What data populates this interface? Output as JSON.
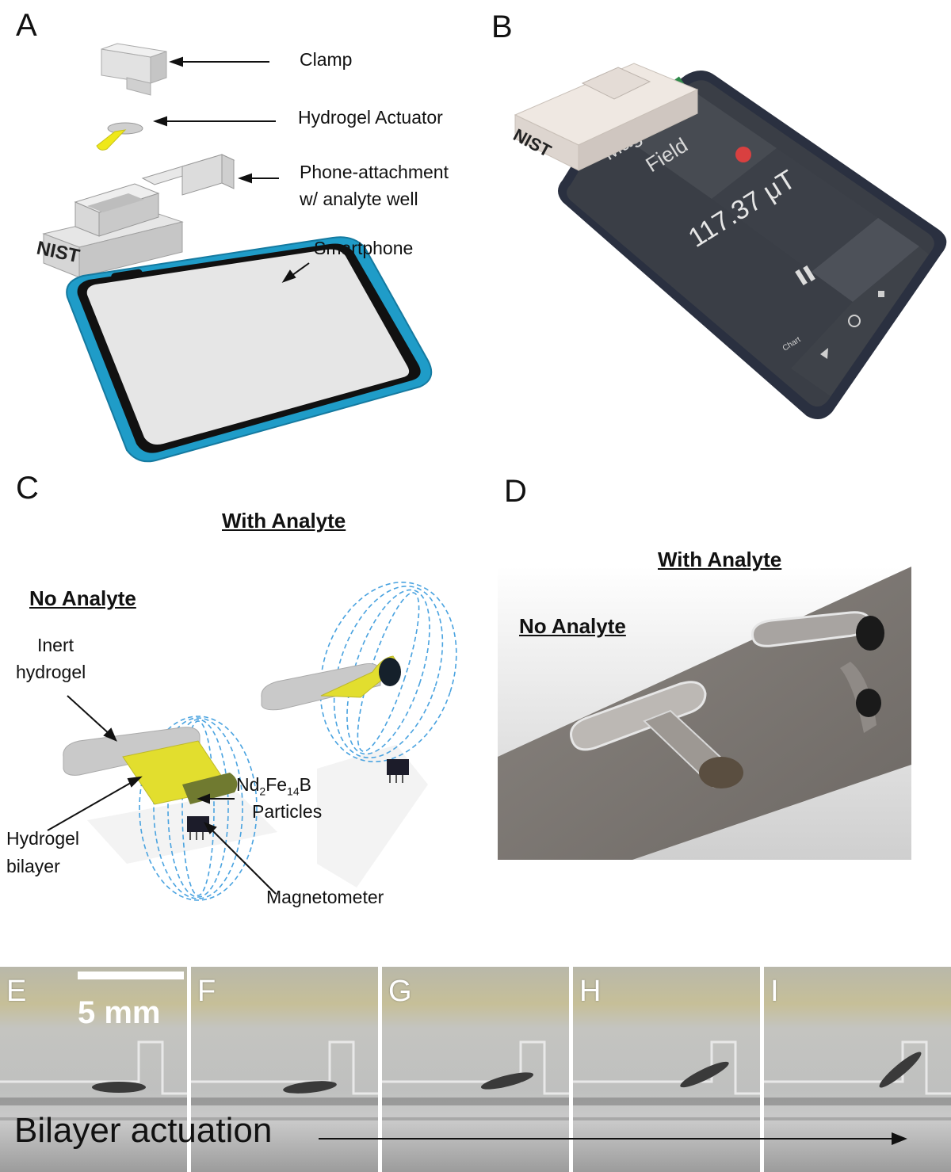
{
  "panel_a": {
    "letter": "A",
    "labels": {
      "clamp": "Clamp",
      "hydrogel_actuator": "Hydrogel Actuator",
      "phone_attachment_line1": "Phone-attachment",
      "phone_attachment_line2": "w/ analyte well",
      "smartphone": "Smartphone"
    },
    "logo_text": "NIST"
  },
  "panel_b": {
    "letter": "B",
    "screen": {
      "title_line1": "Magnetic",
      "title_line2": "Field",
      "reading": "117.37 μT",
      "nav_label": "Chart"
    },
    "logo_text": "NIST"
  },
  "panel_c": {
    "letter": "C",
    "with_analyte": "With Analyte",
    "no_analyte": "No Analyte",
    "labels": {
      "inert_line1": "Inert",
      "inert_line2": "hydrogel",
      "bilayer_line1": "Hydrogel",
      "bilayer_line2": "bilayer",
      "particles_line2": "Particles",
      "magnetometer": "Magnetometer"
    },
    "formula": {
      "nd": "Nd",
      "nd_sub": "2",
      "fe": "Fe",
      "fe_sub": "14",
      "b": "B"
    }
  },
  "panel_d": {
    "letter": "D",
    "with_analyte": "With Analyte",
    "no_analyte": "No Analyte"
  },
  "strip": {
    "frames": [
      "E",
      "F",
      "G",
      "H",
      "I"
    ],
    "scale_bar": "5 mm",
    "caption": "Bilayer actuation"
  },
  "colors": {
    "phone_case": "#1f9cc8",
    "hydrogel_yellow": "#e6e21e",
    "field_lines": "#4aa3e0",
    "plastic_grey": "#d4d4d4"
  }
}
